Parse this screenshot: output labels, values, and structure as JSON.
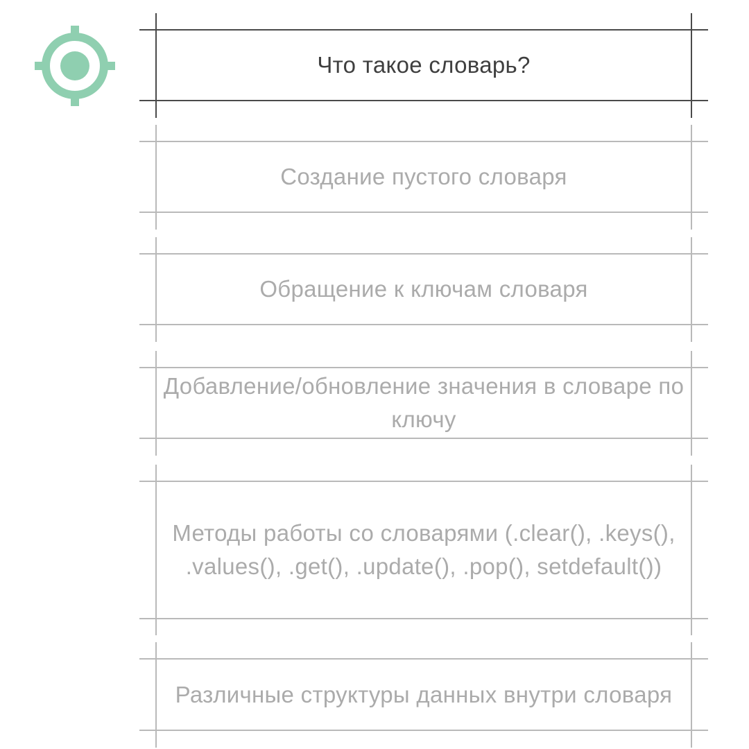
{
  "icon": {
    "name": "target-icon",
    "color": "#8fcfb0"
  },
  "topics": [
    {
      "label": "Что такое словарь?",
      "active": true
    },
    {
      "label": "Создание пустого словаря",
      "active": false
    },
    {
      "label": "Обращение к ключам словаря",
      "active": false
    },
    {
      "label": "Добавление/обновление значения в словаре по ключу",
      "active": false
    },
    {
      "label": "Методы работы со словарями (.clear(), .keys(), .values(), .get(), .update(), .pop(), setdefault())",
      "active": false
    },
    {
      "label": "Различные структуры данных внутри словаря",
      "active": false
    }
  ]
}
